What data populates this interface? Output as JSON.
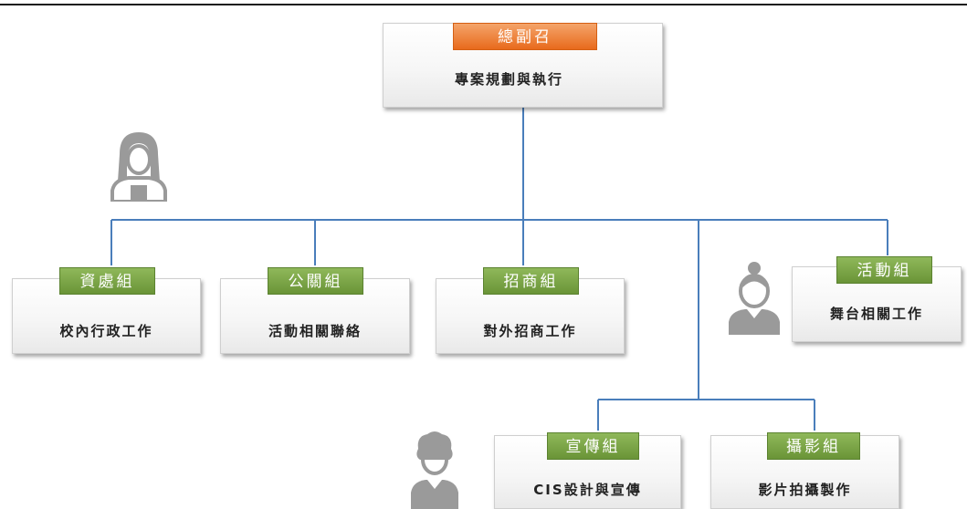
{
  "lead": {
    "title": "總副召",
    "desc": "專案規劃與執行"
  },
  "groups": [
    {
      "title": "資處組",
      "desc": "校內行政工作"
    },
    {
      "title": "公關組",
      "desc": "活動相關聯絡"
    },
    {
      "title": "招商組",
      "desc": "對外招商工作"
    },
    {
      "title": "活動組",
      "desc": "舞台相關工作"
    },
    {
      "title": "宣傳組",
      "desc": "CIS設計與宣傳"
    },
    {
      "title": "攝影組",
      "desc": "影片拍攝製作"
    }
  ],
  "colors": {
    "connector": "#4a7ebb",
    "lead_tag": "#e86a1c",
    "group_tag": "#6a9437",
    "icon": "#9a9a9a"
  },
  "icons": [
    "man-glasses-suit-icon",
    "woman-long-hair-icon",
    "person-topknot-icon",
    "person-curly-hair-icon"
  ]
}
